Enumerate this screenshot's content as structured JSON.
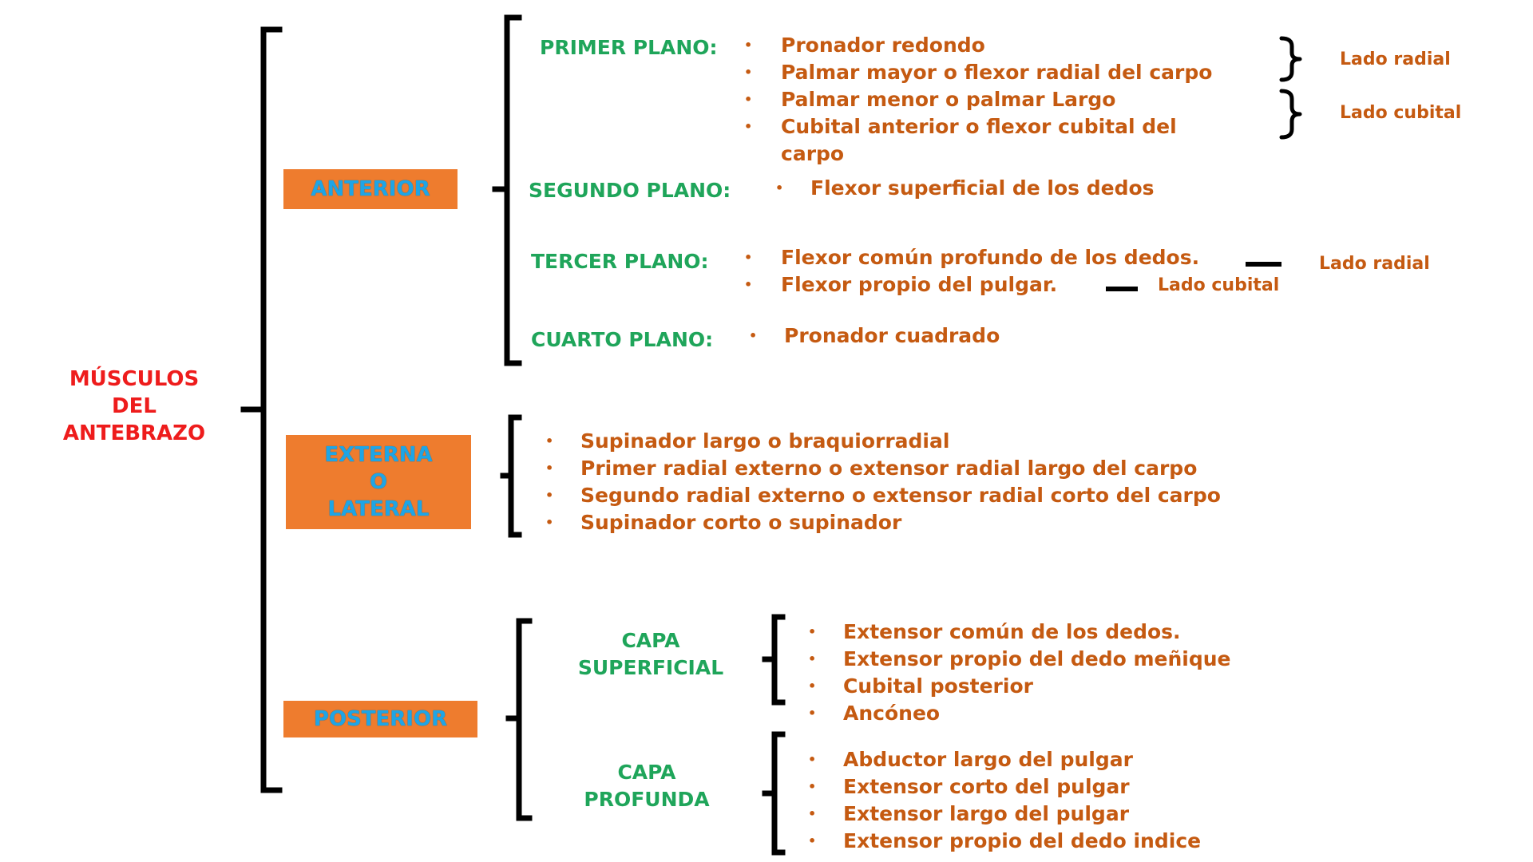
{
  "title": "MÚSCULOS DEL ANTEBRAZO",
  "colors": {
    "title": "#ee1c1c",
    "section_box": "#ee7c2e",
    "section_text": "#1ea5e6",
    "plane_label": "#1fa55a",
    "muscle_text": "#c55a11",
    "bracket": "#000000"
  },
  "anterior": {
    "label": "ANTERIOR",
    "planes": [
      {
        "label": "PRIMER PLANO:",
        "items": [
          "Pronador redondo",
          "Palmar mayor o flexor radial del carpo",
          "Palmar menor o palmar Largo",
          "Cubital anterior o flexor cubital del",
          "carpo"
        ],
        "side_labels": [
          "Lado radial",
          "Lado cubital"
        ]
      },
      {
        "label": "SEGUNDO PLANO:",
        "items": [
          "Flexor superficial de los dedos"
        ]
      },
      {
        "label": "TERCER PLANO:",
        "items": [
          "Flexor común profundo de los dedos.",
          "Flexor propio del pulgar."
        ],
        "side_labels": [
          "Lado radial",
          "Lado cubital"
        ]
      },
      {
        "label": "CUARTO PLANO:",
        "items": [
          "Pronador cuadrado"
        ]
      }
    ]
  },
  "lateral": {
    "label_lines": [
      "EXTERNA",
      "O",
      "LATERAL"
    ],
    "items": [
      "Supinador largo o braquiorradial",
      "Primer radial externo o extensor radial largo del carpo",
      "Segundo radial externo o extensor radial corto del carpo",
      "Supinador corto o supinador"
    ]
  },
  "posterior": {
    "label": "POSTERIOR",
    "layers": [
      {
        "label_lines": [
          "CAPA",
          "SUPERFICIAL"
        ],
        "items": [
          "Extensor común de los dedos.",
          "Extensor propio del dedo meñique",
          "Cubital posterior",
          "Ancóneo"
        ]
      },
      {
        "label_lines": [
          "CAPA",
          "PROFUNDA"
        ],
        "items": [
          "Abductor largo del pulgar",
          "Extensor corto del pulgar",
          "Extensor largo del pulgar",
          "Extensor propio del dedo indice"
        ]
      }
    ]
  }
}
